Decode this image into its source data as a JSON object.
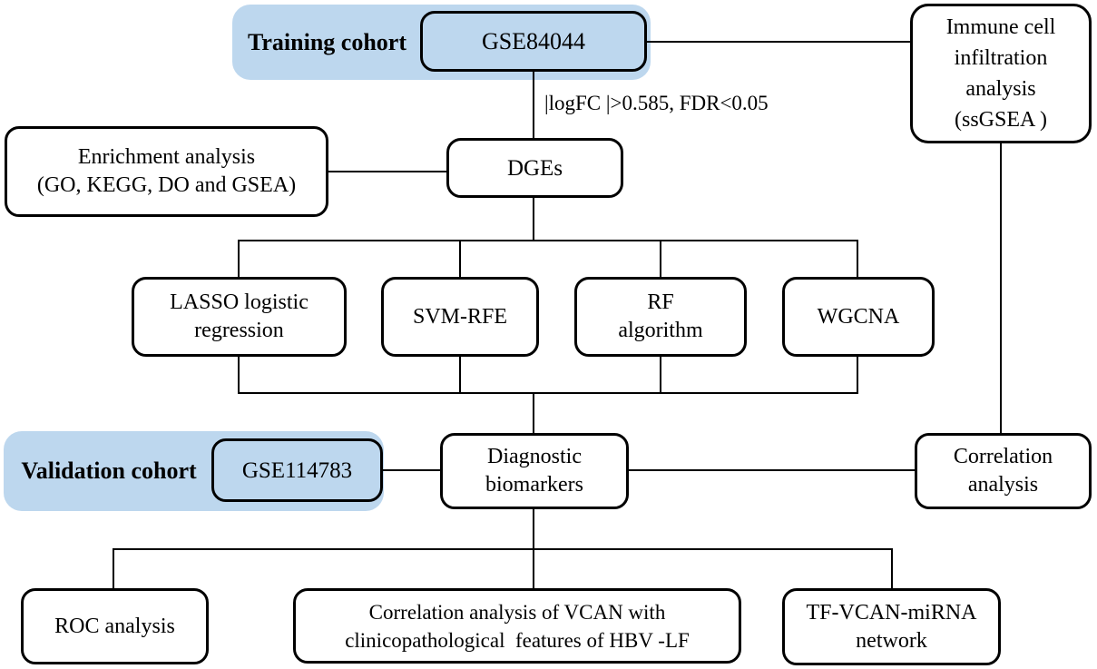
{
  "colors": {
    "highlight_blue": "#bdd7ee",
    "line": "#000000",
    "box_background": "#ffffff",
    "text": "#000000"
  },
  "diagram": {
    "training": {
      "label": "Training cohort",
      "dataset": "GSE84044"
    },
    "validation": {
      "label": "Validation cohort",
      "dataset": "GSE114783"
    },
    "filter_label": "|logFC |>0.585, FDR<0.05",
    "nodes": {
      "immune": {
        "lines": [
          "Immune cell",
          "infiltration",
          "analysis",
          "(ssGSEA )"
        ]
      },
      "enrichment": {
        "lines": [
          "Enrichment analysis",
          "(GO, KEGG, DO and GSEA)"
        ]
      },
      "dges": {
        "lines": [
          "DGEs"
        ]
      },
      "lasso": {
        "lines": [
          "LASSO logistic",
          "regression"
        ]
      },
      "svm": {
        "lines": [
          "SVM-RFE"
        ]
      },
      "rf": {
        "lines": [
          "RF",
          "algorithm"
        ]
      },
      "wgcna": {
        "lines": [
          "WGCNA"
        ]
      },
      "diagnostic": {
        "lines": [
          "Diagnostic",
          "biomarkers"
        ]
      },
      "correlation": {
        "lines": [
          "Correlation",
          "analysis"
        ]
      },
      "roc": {
        "lines": [
          "ROC analysis"
        ]
      },
      "vcan": {
        "lines": [
          "Correlation analysis of VCAN with",
          "clinicopathological  features of HBV -LF"
        ]
      },
      "tf": {
        "lines": [
          "TF-VCAN-miRNA",
          "network"
        ]
      }
    }
  }
}
